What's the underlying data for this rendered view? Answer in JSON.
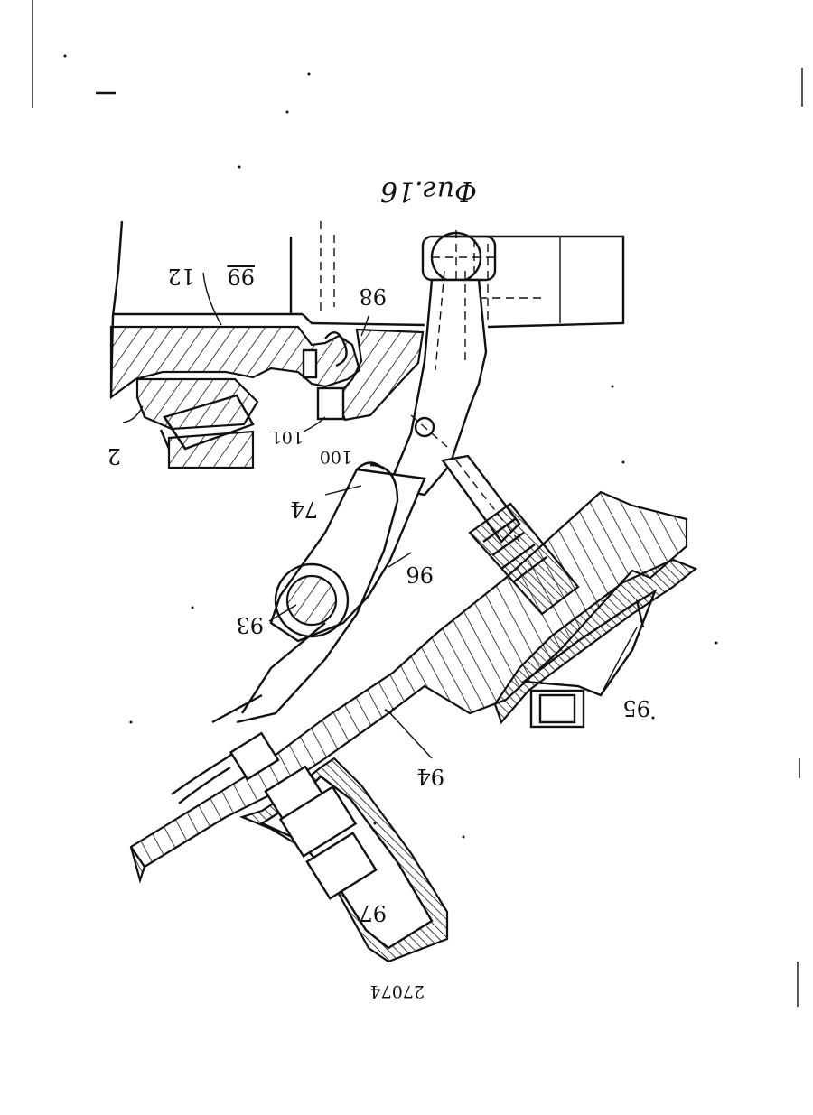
{
  "drawing": {
    "figure_caption": "Фиг.16",
    "doc_number": "27074",
    "labels": {
      "l2": "2",
      "l12": "12",
      "l99": "99",
      "l98": "98",
      "l101": "101",
      "l100": "100",
      "l74": "74",
      "l96": "96",
      "l93": "93",
      "l94": "94",
      "l95": "95",
      "l97": "97"
    }
  }
}
